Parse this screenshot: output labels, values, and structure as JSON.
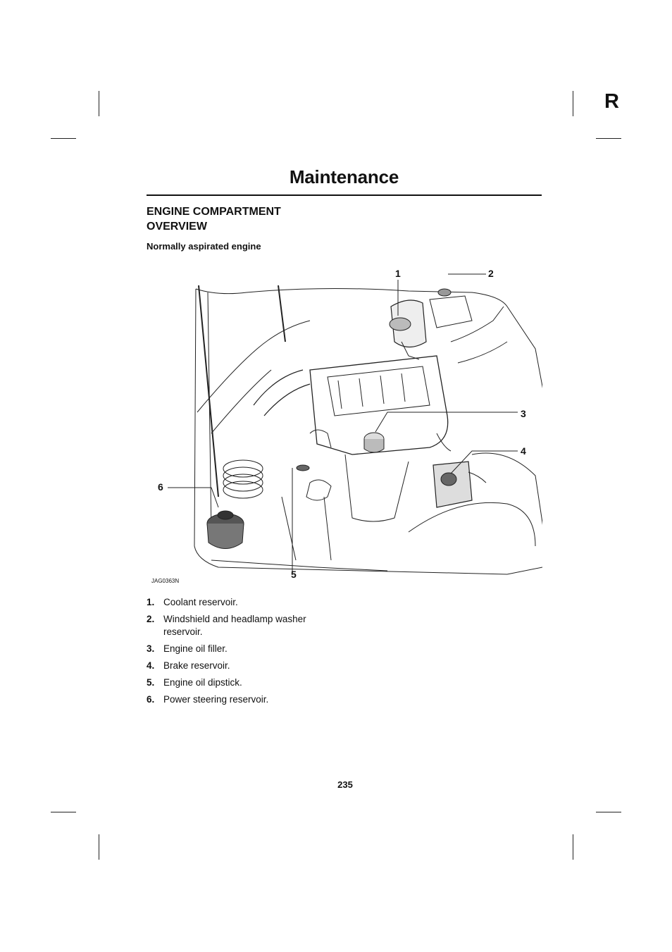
{
  "section_letter": "R",
  "page_title": "Maintenance",
  "section_heading": "ENGINE COMPARTMENT OVERVIEW",
  "sub_heading": "Normally aspirated engine",
  "figure": {
    "callouts": [
      "1",
      "2",
      "3",
      "4",
      "5",
      "6"
    ],
    "code": "JAG0363N"
  },
  "legend": [
    {
      "num": "1.",
      "text": "Coolant reservoir."
    },
    {
      "num": "2.",
      "text": "Windshield and headlamp washer reservoir."
    },
    {
      "num": "3.",
      "text": "Engine oil filler."
    },
    {
      "num": "4.",
      "text": "Brake reservoir."
    },
    {
      "num": "5.",
      "text": "Engine oil dipstick."
    },
    {
      "num": "6.",
      "text": "Power steering reservoir."
    }
  ],
  "page_number": "235"
}
